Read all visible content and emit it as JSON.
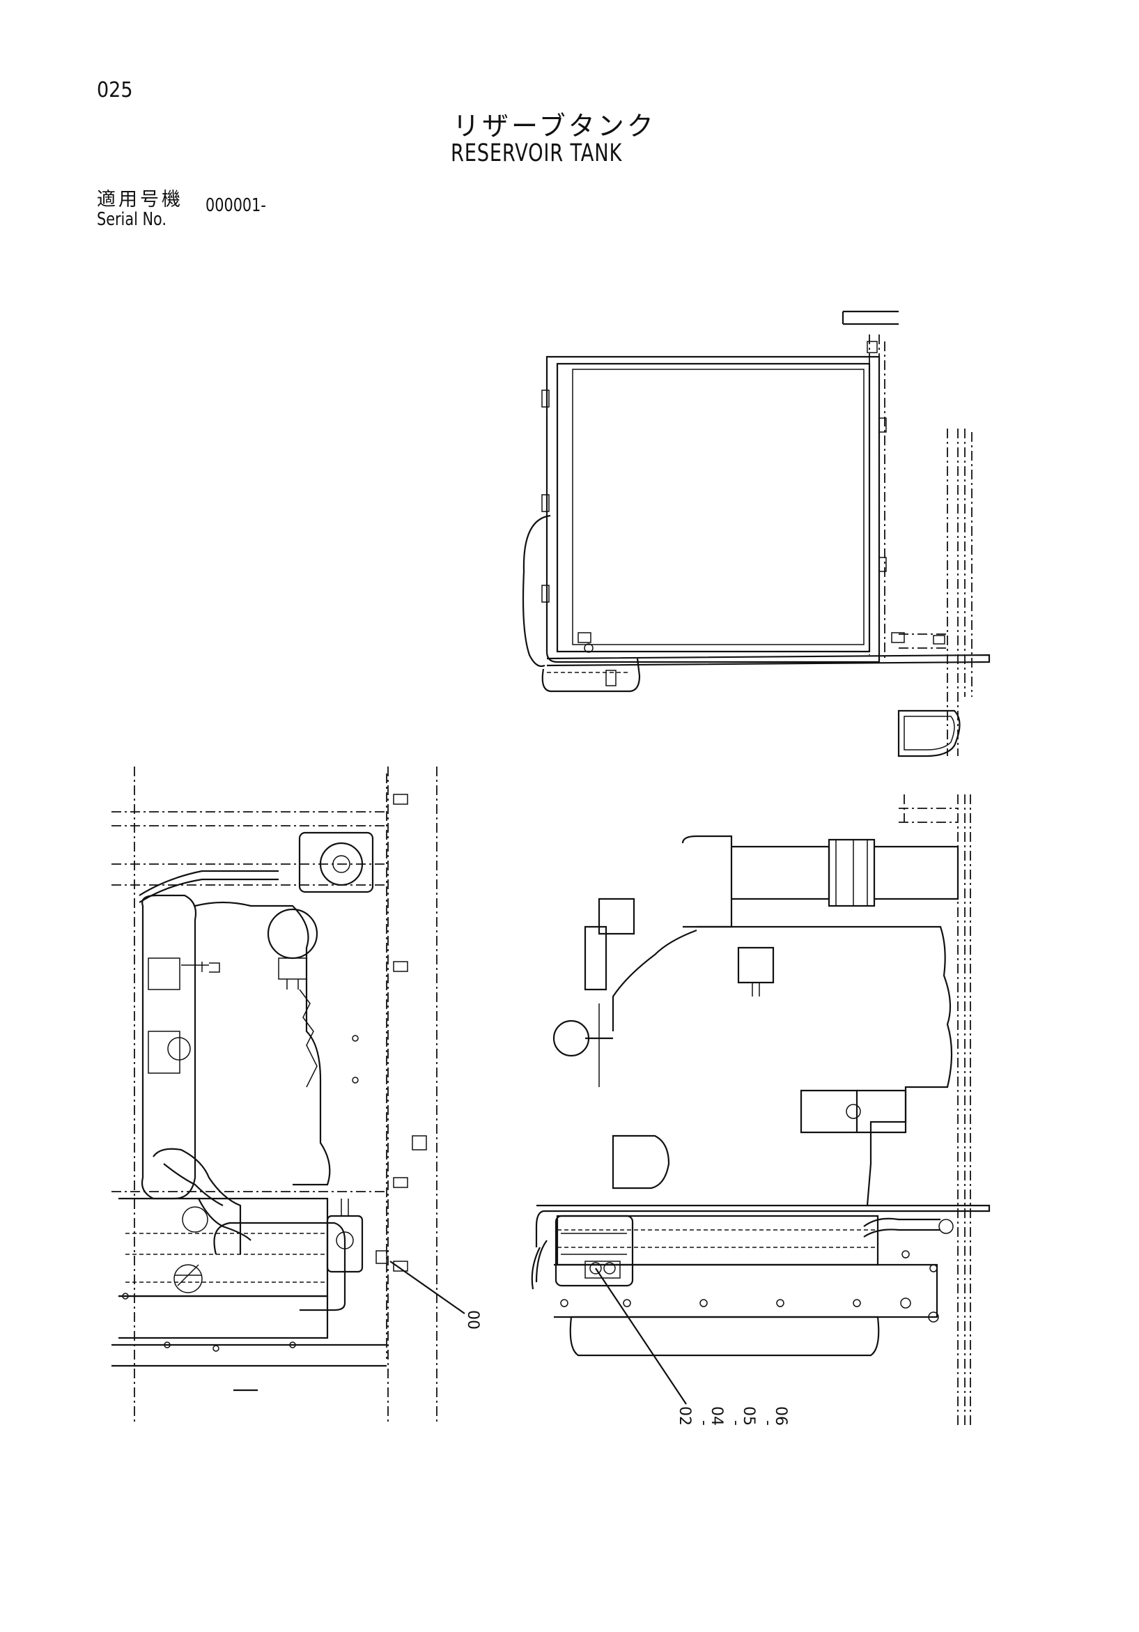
{
  "page": {
    "number": "025"
  },
  "title": {
    "japanese": "リザーブタンク",
    "english": "RESERVOIR TANK"
  },
  "serial": {
    "label_japanese": "適用号機",
    "label_english": "Serial No.",
    "value": "000001-"
  },
  "callouts": {
    "left_view": "00",
    "right_view": [
      "02",
      "04",
      "05",
      "06"
    ]
  },
  "icons": [
    "reservoir-tank-drawing",
    "engine-left-view-drawing",
    "engine-right-view-drawing"
  ]
}
